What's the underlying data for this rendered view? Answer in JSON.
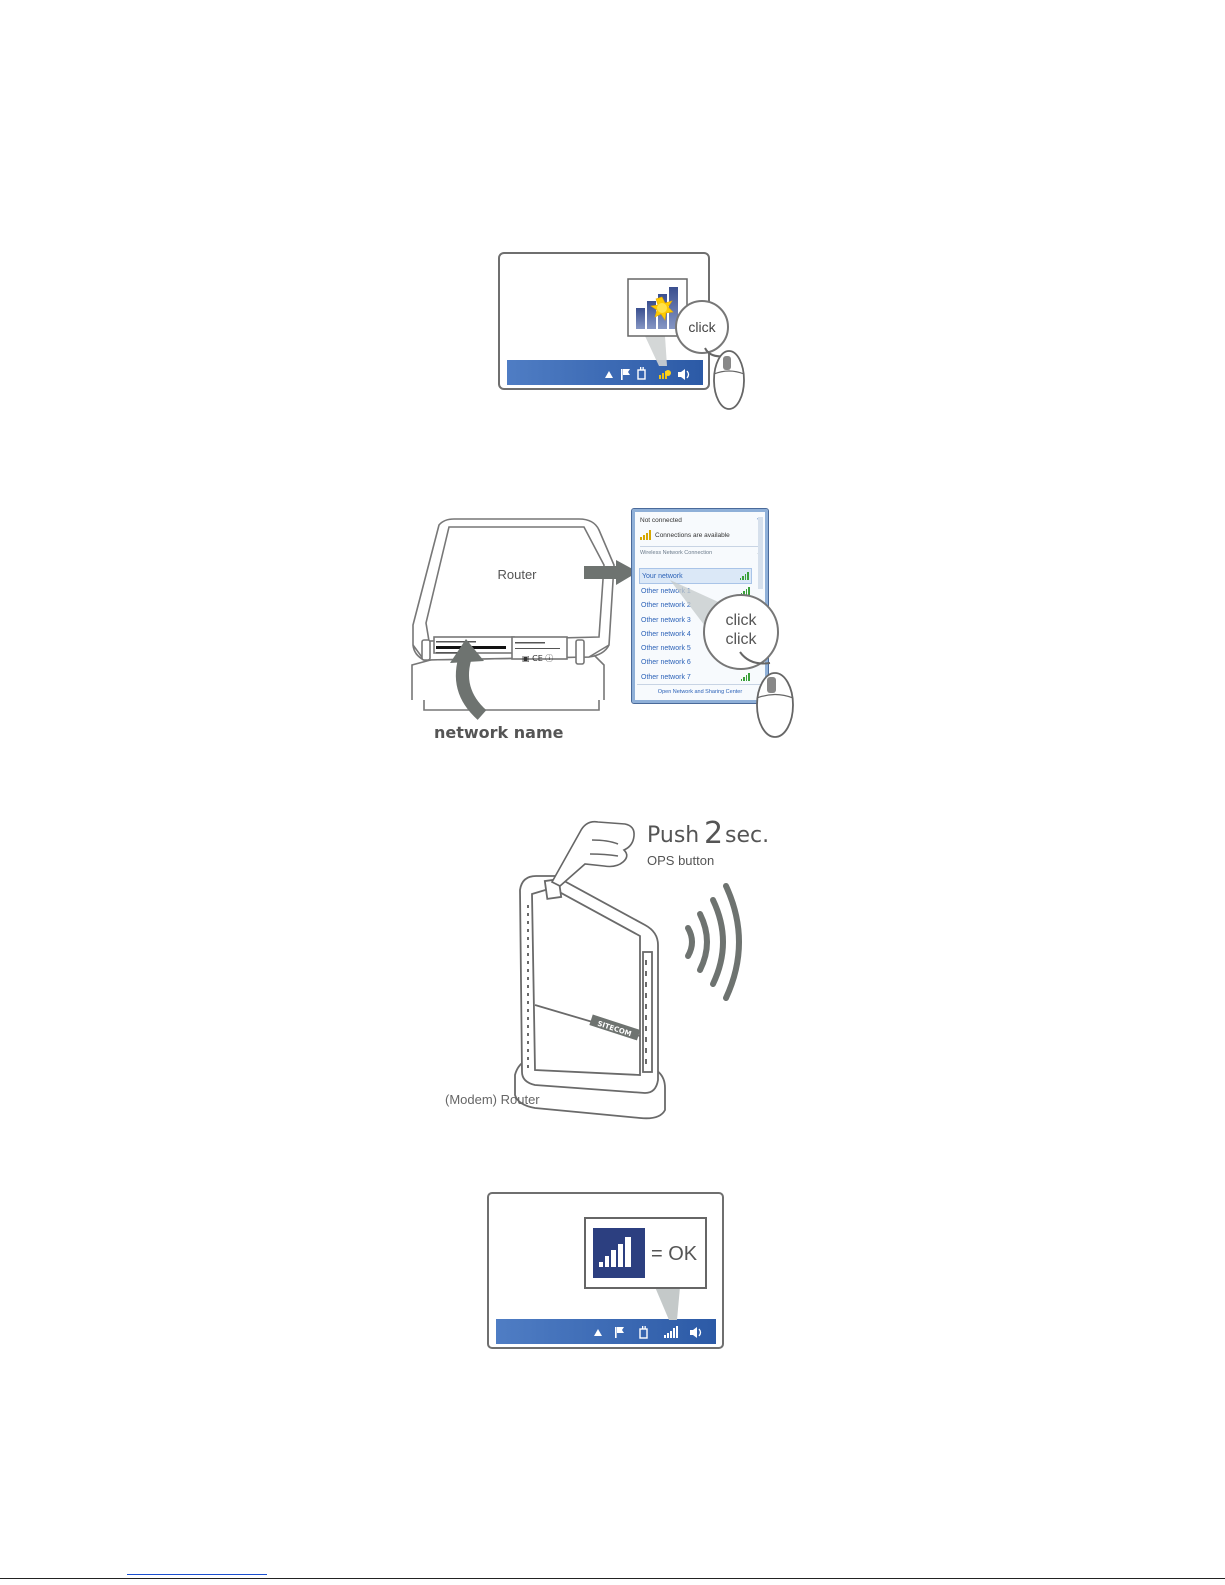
{
  "step1": {
    "click_label": "click"
  },
  "step2": {
    "router_label": "Router",
    "network_name_label": "network name",
    "panel": {
      "status": "Not connected",
      "connections": "Connections are available",
      "section": "Wireless Network Connection",
      "networks": [
        "Your network",
        "Other network 1",
        "Other network 2",
        "Other network 3",
        "Other network 4",
        "Other network 5",
        "Other network 6",
        "Other network 7"
      ],
      "footer_link": "Open Network and Sharing Center"
    },
    "click_label_1": "click",
    "click_label_2": "click"
  },
  "step3": {
    "push_word": "Push",
    "push_number": "2",
    "push_unit": "sec.",
    "button_label": "OPS button",
    "device_label": "(Modem) Router",
    "brand": "SITECOM"
  },
  "step4": {
    "ok_label": "= OK"
  },
  "colors": {
    "taskbar": "#2f5fa8",
    "icon_bg": "#2c3f80",
    "highlight": "#c4c9c9",
    "graphic_gray": "#6e7370",
    "link_blue": "#2d63b8"
  }
}
